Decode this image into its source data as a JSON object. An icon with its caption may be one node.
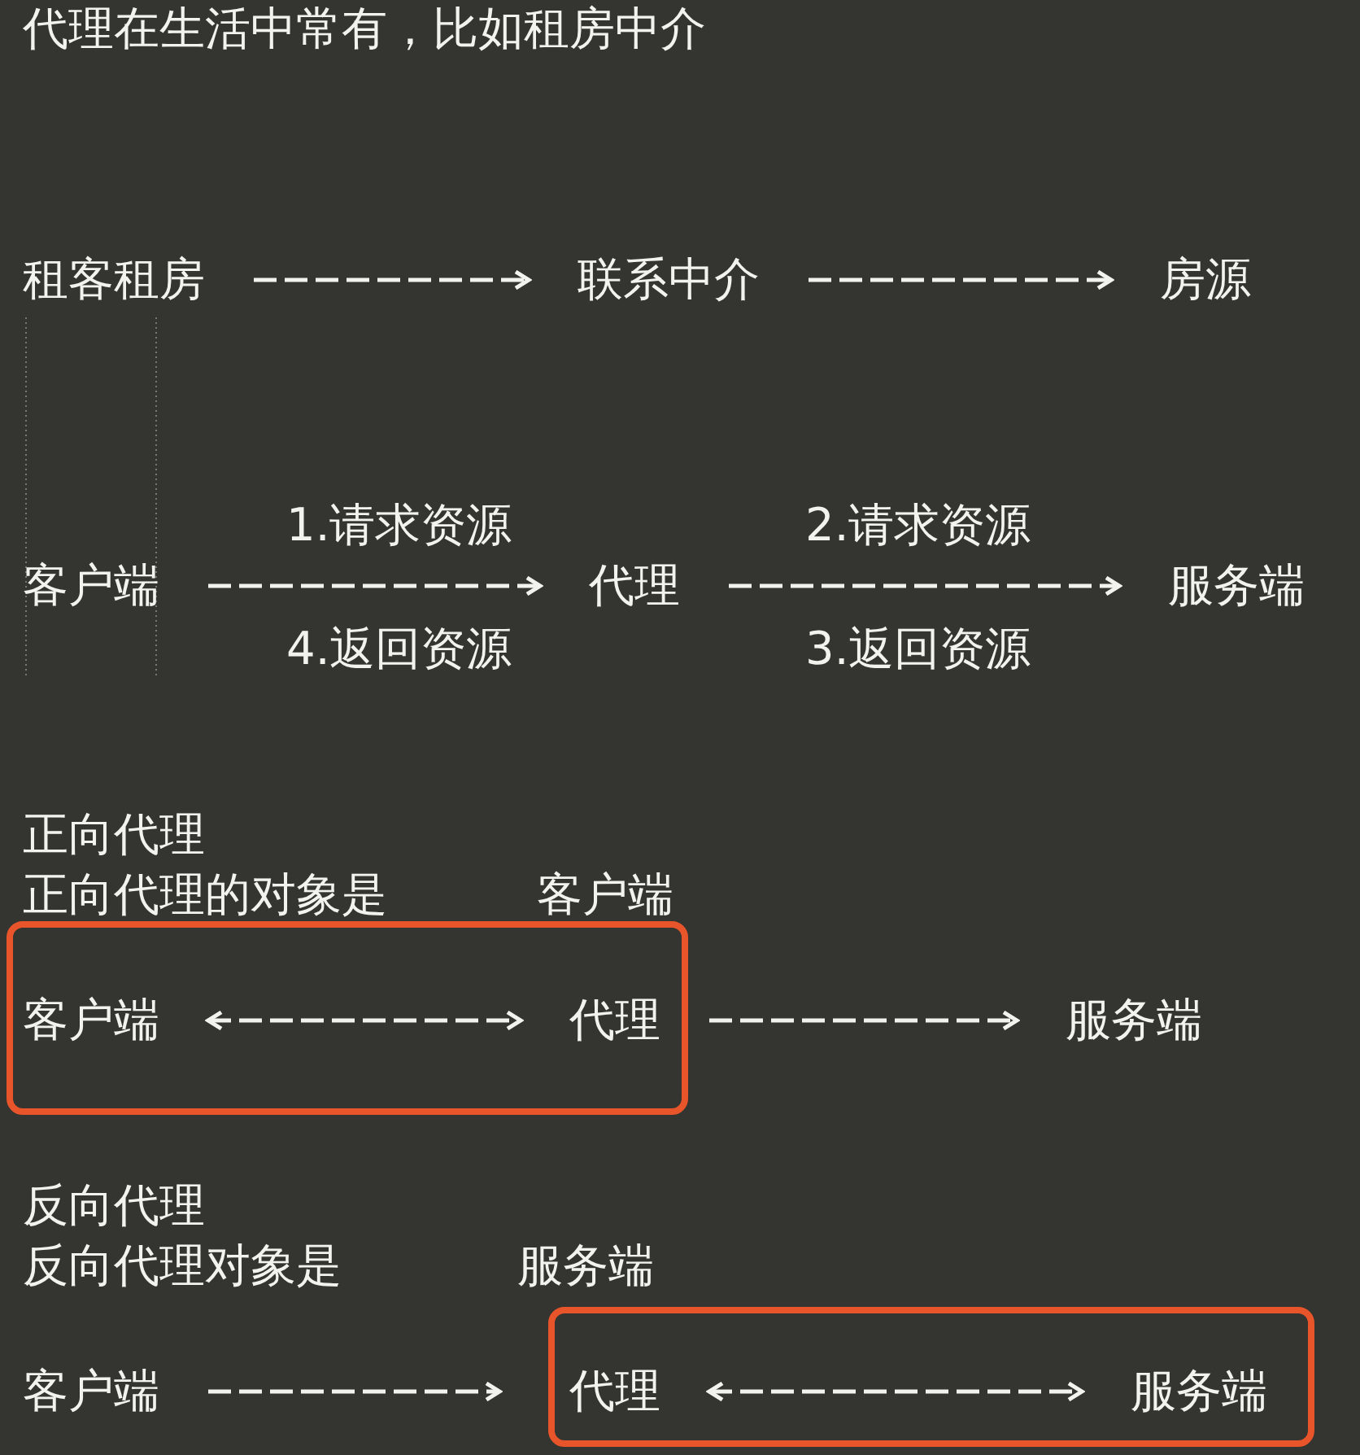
{
  "diagram": {
    "nodes": [
      {
        "text": [
          "租客租房"
        ]
      },
      {
        "text": [
          "联系中介"
        ]
      },
      {
        "text": [
          "房源"
        ]
      },
      {
        "text": [
          "客户端"
        ]
      },
      {
        "text": [
          "代理"
        ]
      },
      {
        "text": [
          "服务端"
        ]
      },
      {
        "text": [],
        "shape": "box"
      },
      {
        "text": [
          "客户端"
        ],
        "in": 6
      },
      {
        "text": [
          "代理"
        ],
        "in": 6
      },
      {
        "text": [
          "服务端"
        ]
      },
      {
        "text": [
          "客户端"
        ]
      },
      {
        "text": [],
        "shape": "box"
      },
      {
        "text": [
          "代理"
        ],
        "in": 11
      },
      {
        "text": [
          "服务端"
        ],
        "in": 11
      }
    ],
    "edges": [
      {
        "from": 0,
        "to": 1,
        "arrow": "to"
      },
      {
        "from": 1,
        "to": 2,
        "arrow": "to"
      },
      {
        "from": 3,
        "to": 4,
        "arrow": "to"
      },
      {
        "from": 4,
        "to": 5,
        "arrow": "to"
      },
      {
        "from": 7,
        "to": 8,
        "arrow": "both"
      },
      {
        "from": 8,
        "to": 9,
        "arrow": "to"
      },
      {
        "from": 10,
        "to": 11,
        "arrow": "to"
      },
      {
        "from": 12,
        "to": 13,
        "arrow": "both"
      }
    ],
    "labels": [
      "代理在生活中常有，比如租房中介",
      "1.请求资源",
      "2.请求资源",
      "4.返回资源",
      "3.返回资源",
      "正向代理",
      "正向代理的对象是",
      "客户端",
      "反向代理",
      "反向代理对象是",
      "服务端"
    ]
  }
}
